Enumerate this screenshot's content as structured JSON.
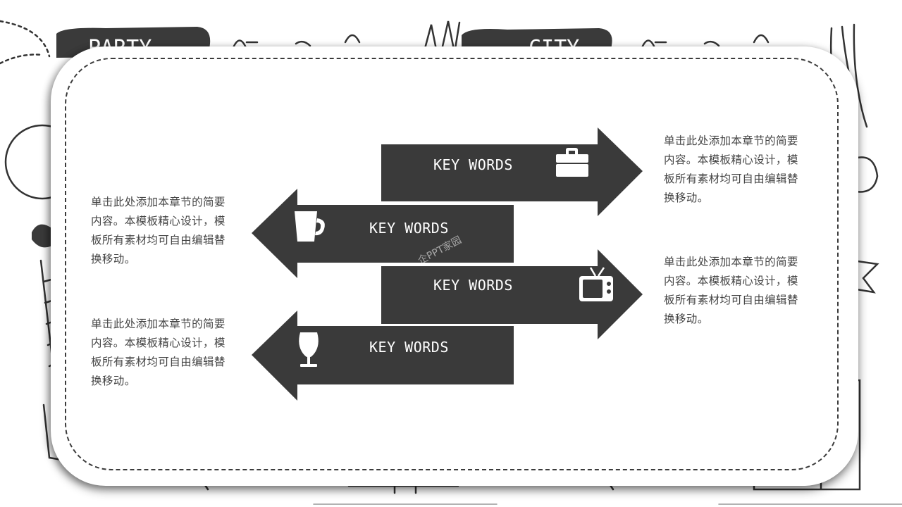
{
  "colors": {
    "arrow_fill": "#3a3a3a",
    "text_dark": "#444444",
    "card_border": "#3b3b3b"
  },
  "background": {
    "tag_left": "PARTY",
    "tag_right": "CITY"
  },
  "watermark": "企PPT家园",
  "arrows": [
    {
      "label": "KEY WORDS",
      "direction": "right",
      "icon": "briefcase-icon"
    },
    {
      "label": "KEY WORDS",
      "direction": "left",
      "icon": "cup-icon"
    },
    {
      "label": "KEY WORDS",
      "direction": "right",
      "icon": "tv-icon"
    },
    {
      "label": "KEY WORDS",
      "direction": "left",
      "icon": "wine-glass-icon"
    }
  ],
  "descriptions": {
    "left_top": "单击此处添加本章节的简要内容。本模板精心设计，模板所有素材均可自由编辑替换移动。",
    "left_bottom": "单击此处添加本章节的简要内容。本模板精心设计，模板所有素材均可自由编辑替换移动。",
    "right_top": "单击此处添加本章节的简要内容。本模板精心设计，模板所有素材均可自由编辑替换移动。",
    "right_bottom": "单击此处添加本章节的简要内容。本模板精心设计，模板所有素材均可自由编辑替换移动。"
  }
}
